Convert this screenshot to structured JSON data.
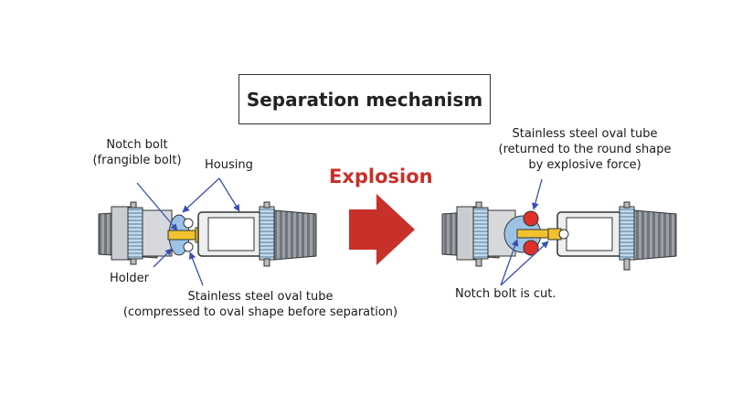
{
  "title": "Separation mechanism",
  "explosion_label": "Explosion",
  "left": {
    "notch_bolt": [
      "Notch bolt",
      "(frangible bolt)"
    ],
    "housing": "Housing",
    "holder": "Holder",
    "oval_tube": [
      "Stainless steel oval tube",
      "(compressed to oval shape before separation)"
    ]
  },
  "right": {
    "oval_tube": [
      "Stainless steel oval tube",
      "(returned to the round shape",
      "by explosive force)"
    ],
    "bolt_cut": "Notch bolt is cut."
  },
  "colors": {
    "arrow_red": "#c8302a",
    "leader_blue": "#3a4fb0",
    "tube_blue": "#9cc3e6",
    "bolt_yellow": "#f2c12e",
    "ball_red": "#e0302a",
    "housing_gray": "#cfd2d6"
  }
}
